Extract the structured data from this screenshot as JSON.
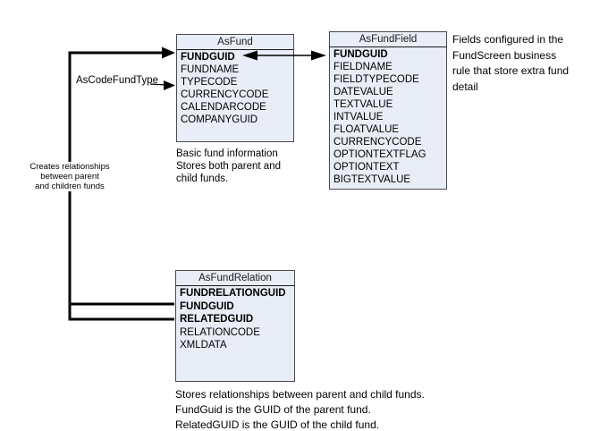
{
  "colors": {
    "table_fill": "#e8edf7",
    "table_border": "#4a4a4a",
    "line": "#000000",
    "text": "#000000"
  },
  "tables": {
    "asfund": {
      "title": "AsFund",
      "fields": [
        "FUNDGUID",
        "FUNDNAME",
        "TYPECODE",
        "CURRENCYCODE",
        "CALENDARCODE",
        "COMPANYGUID"
      ]
    },
    "asfundfield": {
      "title": "AsFundField",
      "fields": [
        "FUNDGUID",
        "FIELDNAME",
        "FIELDTYPECODE",
        "DATEVALUE",
        "TEXTVALUE",
        "INTVALUE",
        "FLOATVALUE",
        "CURRENCYCODE",
        "OPTIONTEXTFLAG",
        "OPTIONTEXT",
        "BIGTEXTVALUE"
      ]
    },
    "asfundrelation": {
      "title": "AsFundRelation",
      "fields": [
        "FUNDRELATIONGUID",
        "FUNDGUID",
        "RELATEDGUID",
        "RELATIONCODE",
        "XMLDATA"
      ]
    }
  },
  "annotations": {
    "fundfield_note": "Fields configured in the\nFundScreen business\nrule that store extra fund\ndetail",
    "asfund_note": "Basic fund information\nStores both parent and\nchild funds.",
    "relation_note": "Stores relationships between parent and child funds.\nFundGuid is the GUID of the parent fund.\nRelatedGUID is the GUID of the child fund.",
    "creates_note": "Creates relationships\nbetween parent\nand children funds",
    "ascodefundtype_label": "AsCodeFundType"
  }
}
